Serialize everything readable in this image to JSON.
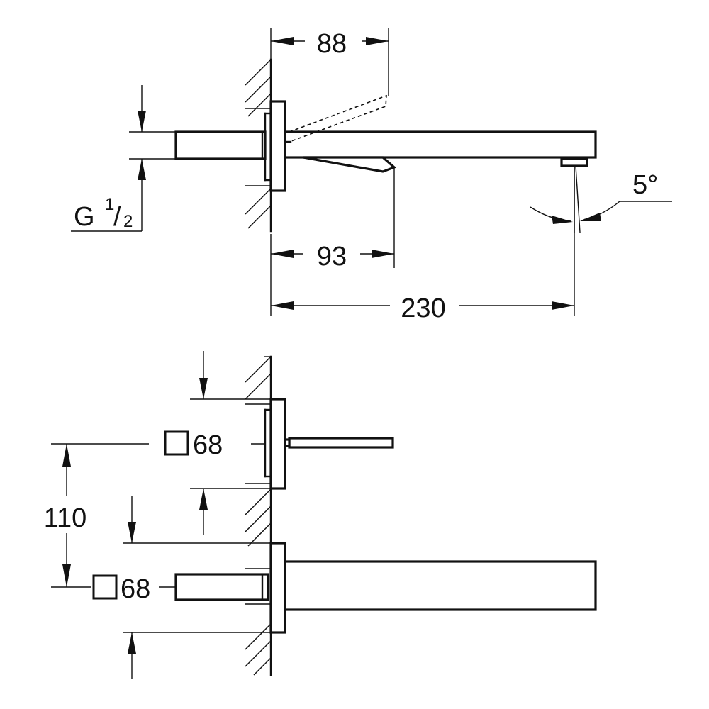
{
  "dimensions": {
    "depth_88": "88",
    "depth_93": "93",
    "projection_230": "230",
    "angle": "5°",
    "thread_prefix": "G",
    "thread_num": "1",
    "thread_slash": "/",
    "thread_den": "2",
    "plate_square_top": "68",
    "spacing_110": "110",
    "plate_square_bottom": "68"
  }
}
